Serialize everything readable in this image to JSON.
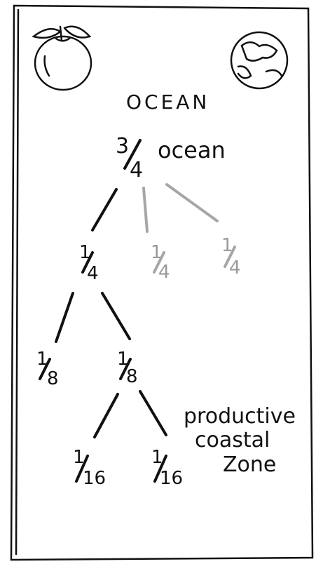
{
  "title": "OCEAN",
  "top": {
    "numerator": "3",
    "denominator": "4",
    "word": "ocean"
  },
  "level1": [
    {
      "numerator": "1",
      "denominator": "4",
      "muted": false
    },
    {
      "numerator": "1",
      "denominator": "4",
      "muted": true
    },
    {
      "numerator": "1",
      "denominator": "4",
      "muted": true
    }
  ],
  "level2": [
    {
      "numerator": "1",
      "denominator": "8"
    },
    {
      "numerator": "1",
      "denominator": "8"
    }
  ],
  "level3": [
    {
      "numerator": "1",
      "denominator": "16"
    },
    {
      "numerator": "1",
      "denominator": "16"
    }
  ],
  "label_lines": [
    "productive",
    "coastal",
    "Zone"
  ],
  "icons": [
    "apple-icon",
    "globe-icon"
  ],
  "colors": {
    "ink": "#111111",
    "muted": "#9a9a9a"
  }
}
